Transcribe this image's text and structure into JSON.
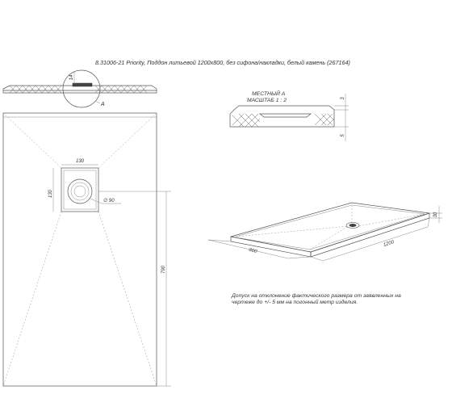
{
  "title": "8.31006-21 Priority, Поддон литьевой 1200х800, без сифона/накладки, белый камень (267164)",
  "section_profile": {
    "dimension_14": "14",
    "callout_label": "A"
  },
  "detail_a": {
    "title_line1": "МЕСТНЫЙ А",
    "title_line2": "МАСШТАБ 1 : 2",
    "dimension_3": "3",
    "dimension_5": "5"
  },
  "plan_view": {
    "drain_width": "130",
    "drain_height": "130",
    "drain_diameter": "∅ 90",
    "tray_width": "790"
  },
  "isometric_view": {
    "height": "30",
    "width": "800",
    "length": "1200"
  },
  "tolerance_note": {
    "line1": "Допуск на отклонение фактического размера от заявленных на",
    "line2": "чертеже до +/- 5 мм на погонный метр изделия."
  }
}
